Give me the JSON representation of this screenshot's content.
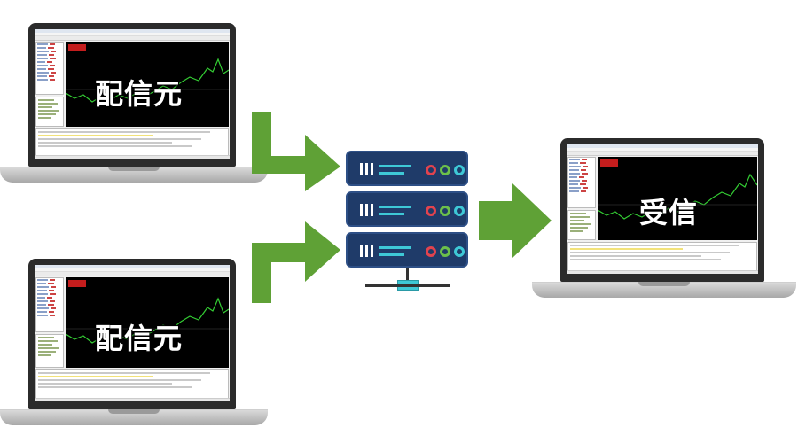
{
  "diagram": {
    "senders": [
      {
        "id": "sender-top",
        "label": "配信元"
      },
      {
        "id": "sender-bottom",
        "label": "配信元"
      }
    ],
    "receiver": {
      "id": "receiver",
      "label": "受信"
    },
    "colors": {
      "arrow": "#5fa136",
      "server_body": "#1f3b69",
      "server_accent": "#3ec8d6",
      "led_red": "#e2434e",
      "led_green": "#6cc04a",
      "led_cyan": "#3ec8d6"
    },
    "icons": {
      "laptop": "laptop-icon",
      "server": "server-rack-icon",
      "arrow": "arrow-icon"
    }
  }
}
